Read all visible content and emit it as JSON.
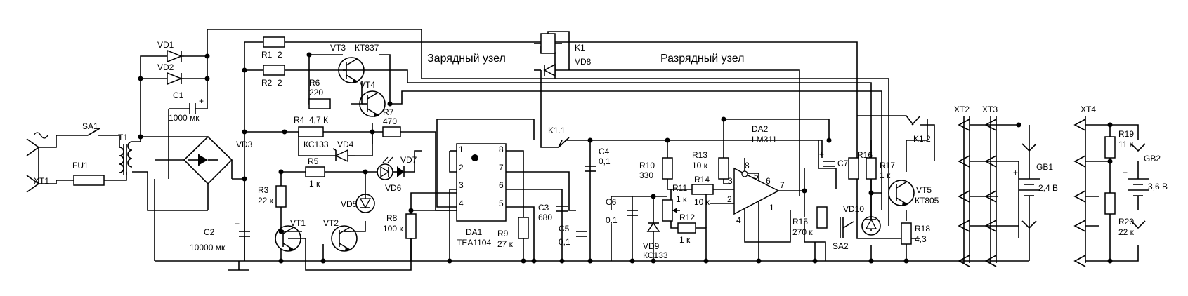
{
  "sections": {
    "charge": "Зарядный узел",
    "discharge": "Разрядный узел"
  },
  "parts": {
    "xt1": "XT1",
    "sa1": "SA1",
    "fu1": "FU1",
    "t1": "T1",
    "vd1": "VD1",
    "vd2": "VD2",
    "vd3": "VD3",
    "c1": "C1",
    "c1_val": "1000 мк",
    "c2": "C2",
    "c2_val": "10000 мк",
    "r1": "R1",
    "r1_val": "2",
    "r2": "R2",
    "r2_val": "2",
    "vt3": "VT3",
    "vt3_type": "КТ837",
    "vt4": "VT4",
    "r6": "R6",
    "r6_val": "220",
    "r4": "R4",
    "r4_val": "4,7 К",
    "r7": "R7",
    "r7_val": "470",
    "vd4": "VD4",
    "vd4_type": "КС133",
    "r5": "R5",
    "r5_val": "1 к",
    "vd5": "VD5",
    "vd6": "VD6",
    "vd7": "VD7",
    "r3": "R3",
    "r3_val": "22 к",
    "vt1": "VT1",
    "vt2": "VT2",
    "r8": "R8",
    "r8_val": "100 к",
    "da1": "DA1",
    "da1_type": "TEA1104",
    "r9": "R9",
    "r9_val": "27 к",
    "c3": "C3",
    "c3_val": "680",
    "c4": "C4",
    "c4_val": "0,1",
    "c5": "C5",
    "c5_val": "0,1",
    "k1": "K1",
    "vd8": "VD8",
    "k11": "K1.1",
    "k12": "K1.2",
    "r10": "R10",
    "r10_val": "330",
    "r11": "R11",
    "r11_val": "1 к",
    "c6": "C6",
    "c6_val": "0,1",
    "vd9": "VD9",
    "vd9_type": "КС133",
    "r12": "R12",
    "r12_val": "1 к",
    "r13": "R13",
    "r13_val": "10 к",
    "r14": "R14",
    "r14_val": "10 к",
    "da2": "DA2",
    "da2_type": "LM311",
    "r15": "R15",
    "r15_val": "270 к",
    "c7": "C7",
    "r16": "R16",
    "sa2": "SA2",
    "r17": "R17",
    "r17_val": "1 к",
    "vd10": "VD10",
    "vt5": "VT5",
    "vt5_type": "КТ805",
    "r18": "R18",
    "r18_val": "4,3",
    "xt2": "XT2",
    "xt3": "XT3",
    "gb1": "GB1",
    "gb1_val": "2,4 В",
    "xt4": "XT4",
    "r19": "R19",
    "r19_val": "11 к",
    "r20": "R20",
    "r20_val": "22 к",
    "gb2": "GB2",
    "gb2_val": "3,6 В"
  },
  "pins": {
    "da1": [
      "1",
      "2",
      "3",
      "4",
      "5",
      "6",
      "7",
      "8"
    ],
    "da2": [
      "8",
      "5",
      "6",
      "7",
      "2",
      "3",
      "4",
      "1"
    ]
  },
  "symbols": {
    "plus": "+",
    "ac": "~"
  }
}
